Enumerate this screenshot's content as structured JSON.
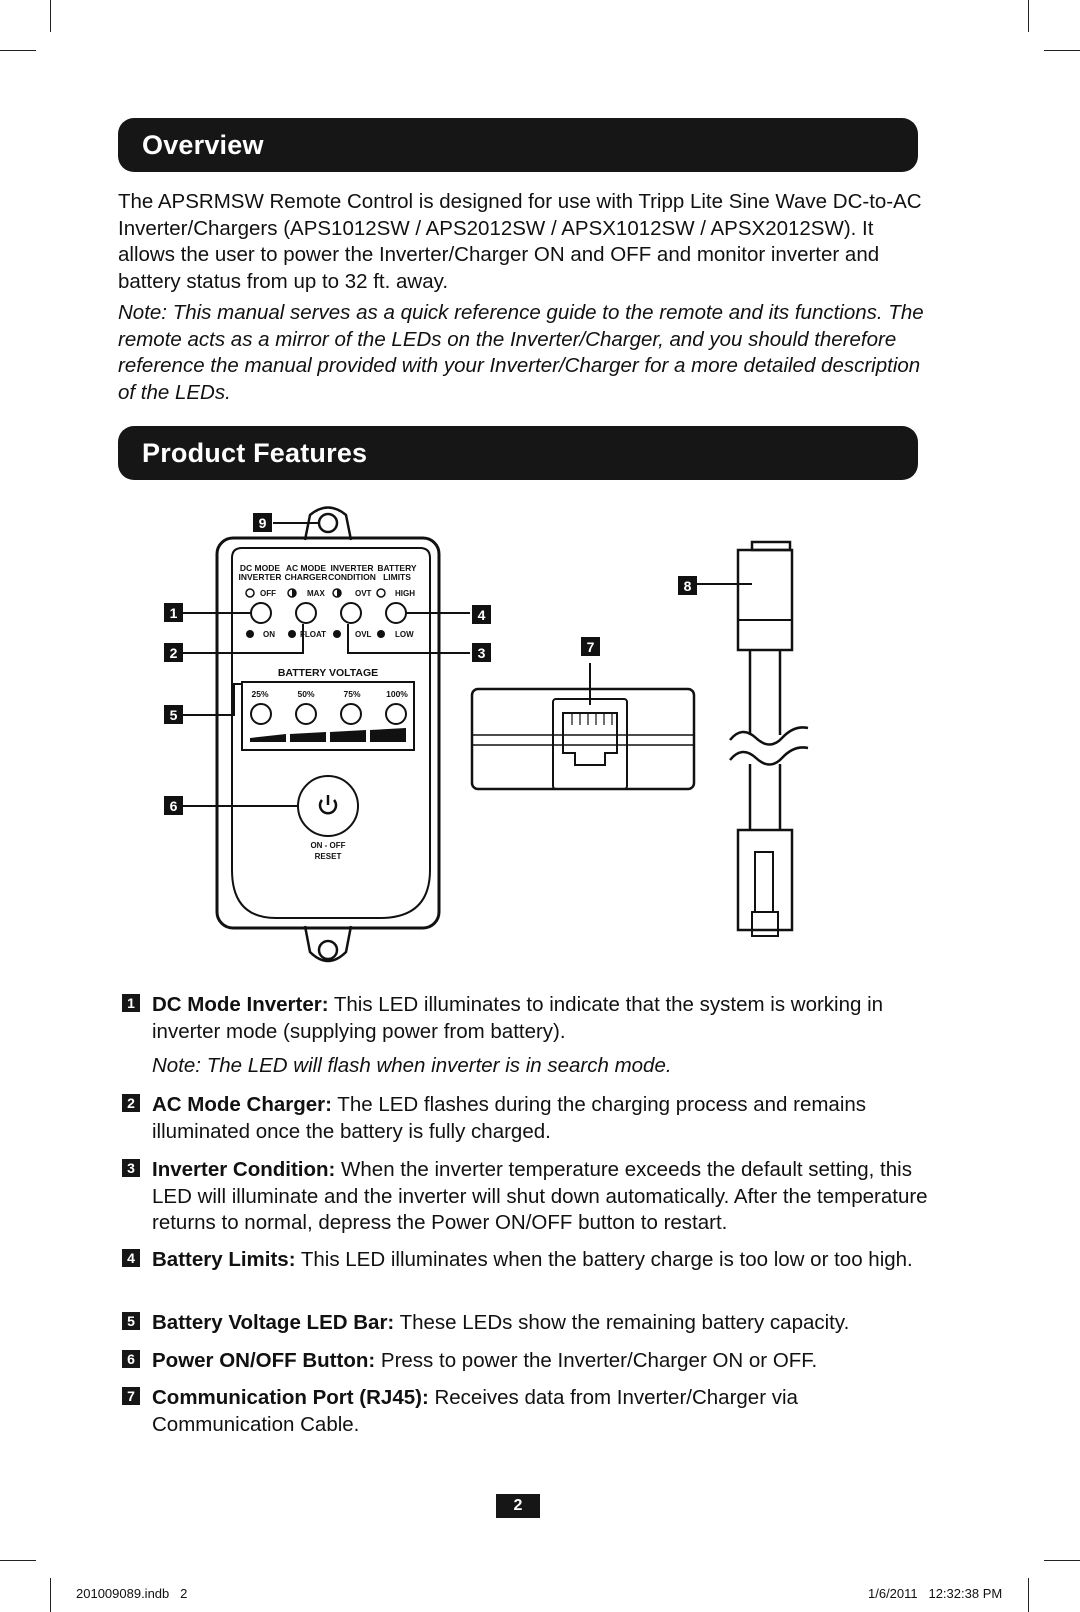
{
  "overview": {
    "heading": "Overview",
    "intro": "The APSRMSW Remote Control is designed for use with Tripp Lite Sine Wave DC-to-AC Inverter/Chargers (APS1012SW / APS2012SW / APSX1012SW / APSX2012SW). It allows the user to power the Inverter/Charger ON and OFF and monitor inverter and battery status from up to 32 ft. away.",
    "note": "Note: This manual serves as a quick reference guide to the remote and its functions. The remote acts as a mirror of the LEDs on the Inverter/Charger, and you should therefore reference the manual provided with your Inverter/Charger for a more detailed description of the LEDs."
  },
  "product_features": {
    "heading": "Product Features"
  },
  "diagram": {
    "callouts": [
      "1",
      "2",
      "3",
      "4",
      "5",
      "6",
      "7",
      "8",
      "9"
    ],
    "column_headers": [
      {
        "line1": "DC MODE",
        "line2": "INVERTER"
      },
      {
        "line1": "AC MODE",
        "line2": "CHARGER"
      },
      {
        "line1": "INVERTER",
        "line2": "CONDITION"
      },
      {
        "line1": "BATTERY",
        "line2": "LIMITS"
      }
    ],
    "top_row_labels": [
      "OFF",
      "MAX",
      "OVT",
      "HIGH"
    ],
    "bottom_row_labels": [
      "ON",
      "FLOAT",
      "OVL",
      "LOW"
    ],
    "battery_voltage_label": "BATTERY VOLTAGE",
    "battery_levels": [
      "25%",
      "50%",
      "75%",
      "100%"
    ],
    "button_line1": "ON - OFF",
    "button_line2": "RESET"
  },
  "features": [
    {
      "num": "1",
      "title": "DC Mode Inverter:",
      "text": " This LED illuminates to indicate that the system is working in inverter mode (supplying power from battery)."
    },
    {
      "num": "2",
      "title": "AC Mode Charger:",
      "text": " The LED flashes during the charging process and remains illuminated once the battery is fully charged."
    },
    {
      "num": "3",
      "title": "Inverter Condition:",
      "text": " When the inverter temperature exceeds the default setting, this LED will illuminate and the inverter will shut down automatically. After the temperature returns to normal, depress the Power ON/OFF button to restart."
    },
    {
      "num": "4",
      "title": "Battery Limits:",
      "text": " This LED illuminates when the battery charge is too low or too high."
    },
    {
      "num": "5",
      "title": "Battery Voltage LED Bar:",
      "text": " These LEDs show the remaining battery capacity."
    },
    {
      "num": "6",
      "title": "Power ON/OFF Button:",
      "text": " Press to power the Inverter/Charger ON or OFF."
    },
    {
      "num": "7",
      "title": "Communication Port (RJ45):",
      "text": " Receives data from Inverter/Charger via Communication Cable."
    }
  ],
  "feature1_note": "Note: The LED will flash when inverter is in search mode.",
  "page_number": "2",
  "footer": {
    "left": "201009089.indb   2",
    "right": "1/6/2011   12:32:38 PM"
  }
}
